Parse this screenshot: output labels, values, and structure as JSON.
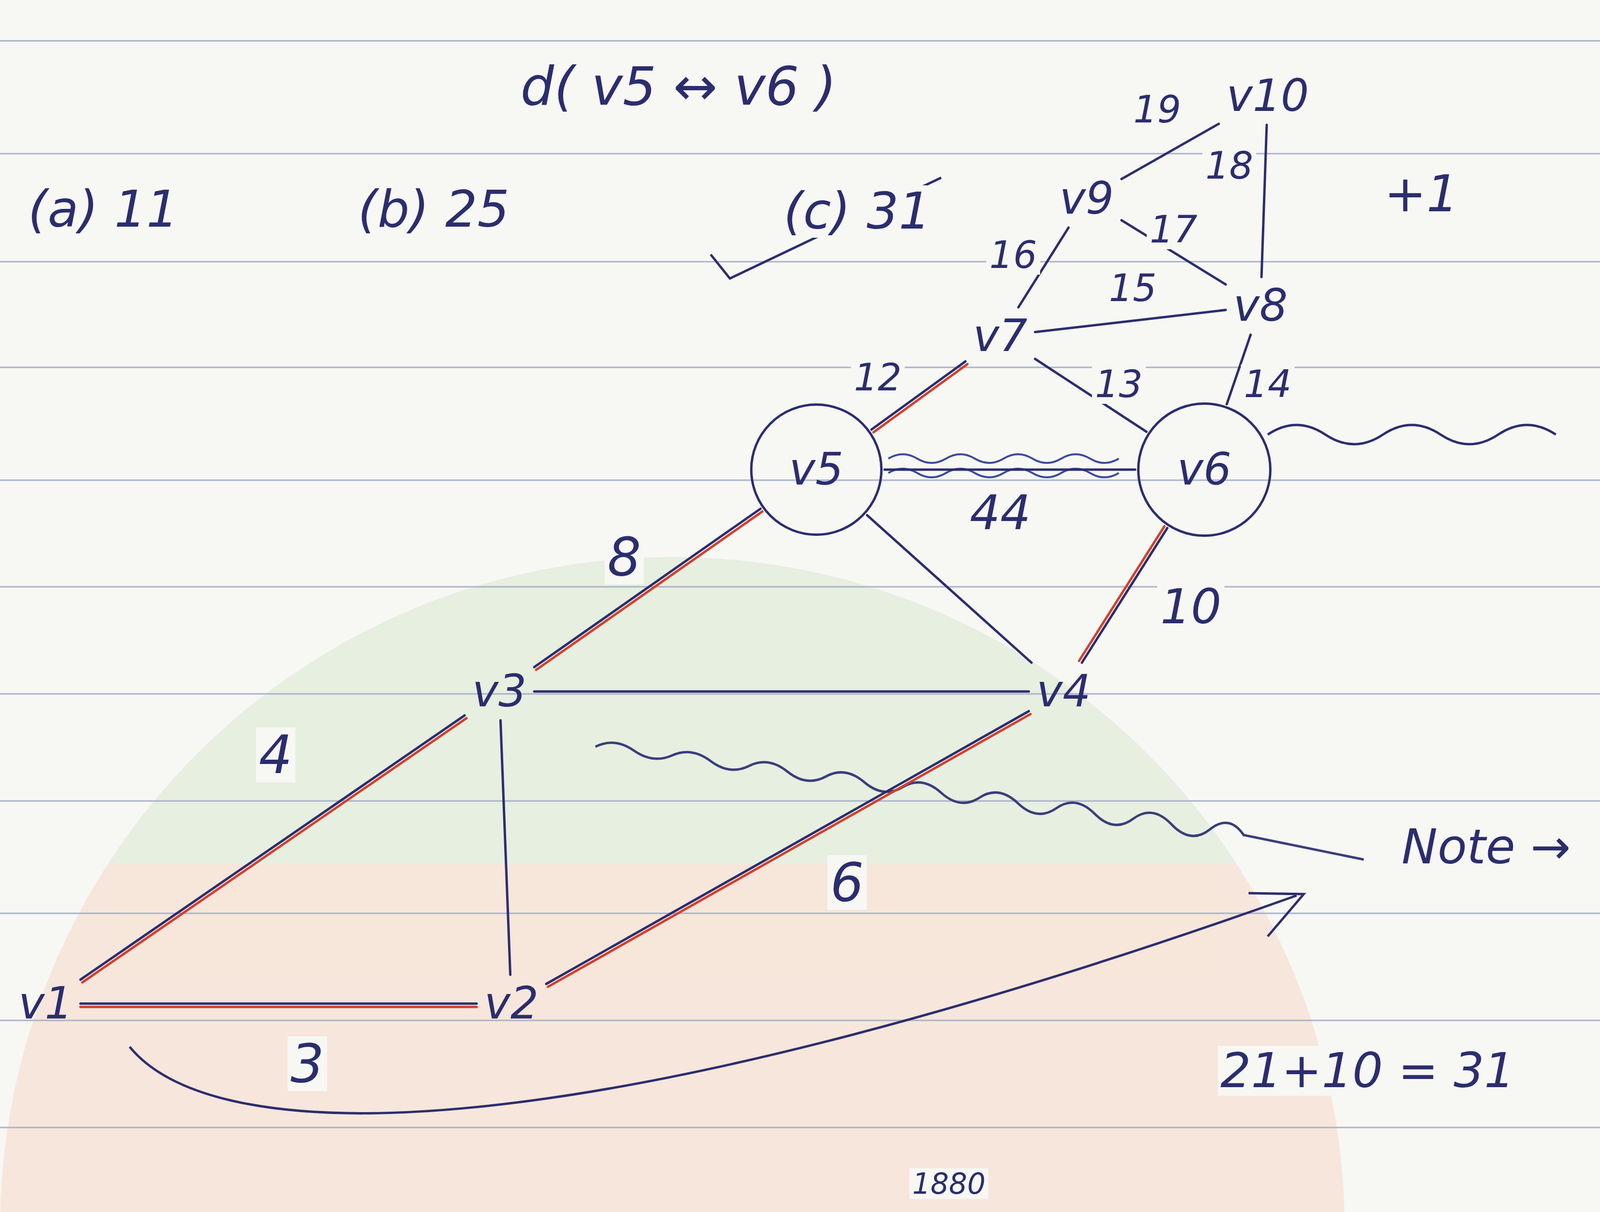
{
  "diagram": {
    "nodes": [
      {
        "text": [
          "v1"
        ]
      },
      {
        "text": [
          "v2"
        ]
      },
      {
        "text": [
          "v3"
        ]
      },
      {
        "text": [
          "v4"
        ]
      },
      {
        "text": [
          "v5"
        ]
      },
      {
        "text": [
          "v6"
        ]
      },
      {
        "text": [
          "v7"
        ]
      },
      {
        "text": [
          "v8"
        ]
      },
      {
        "text": [
          "v9"
        ]
      },
      {
        "text": [
          "v10"
        ]
      }
    ],
    "edges": [
      {
        "from": 0,
        "to": 1,
        "label": "3",
        "arrow": "none"
      },
      {
        "from": 0,
        "to": 2,
        "label": "4",
        "arrow": "none"
      },
      {
        "from": 1,
        "to": 2,
        "arrow": "none"
      },
      {
        "from": 1,
        "to": 3,
        "label": "6",
        "arrow": "none"
      },
      {
        "from": 2,
        "to": 3,
        "arrow": "none"
      },
      {
        "from": 2,
        "to": 4,
        "label": "8",
        "arrow": "none"
      },
      {
        "from": 4,
        "to": 3,
        "arrow": "none"
      },
      {
        "from": 4,
        "to": 5,
        "label": "44",
        "arrow": "none"
      },
      {
        "from": 5,
        "to": 3,
        "label": "10",
        "arrow": "none"
      },
      {
        "from": 4,
        "to": 6,
        "label": "12",
        "arrow": "none"
      },
      {
        "from": 6,
        "to": 8,
        "label": "16",
        "arrow": "none"
      },
      {
        "from": 8,
        "to": 9,
        "label": "19",
        "arrow": "none"
      },
      {
        "from": 9,
        "to": 7,
        "label": "18",
        "arrow": "none"
      },
      {
        "from": 8,
        "to": 7,
        "label": "17",
        "arrow": "none"
      },
      {
        "from": 6,
        "to": 7,
        "label": "15",
        "arrow": "none"
      },
      {
        "from": 6,
        "to": 5,
        "label": "13",
        "arrow": "none"
      },
      {
        "from": 7,
        "to": 5,
        "label": "14",
        "arrow": "none"
      }
    ],
    "labels": [
      "d( v5 ↔ v6 )",
      "(a) 11",
      "(b) 25",
      "(c) 31",
      "+1",
      "Note →",
      "21+10 = 31",
      "1880"
    ]
  }
}
